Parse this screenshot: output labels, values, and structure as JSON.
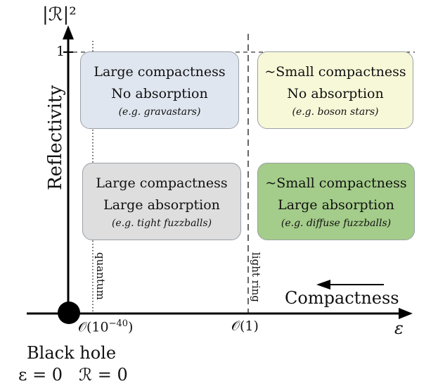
{
  "axes": {
    "y_label": "|ℛ|²",
    "y_name": "Reflectivity",
    "y_tick": "1",
    "x_label": "ε",
    "x_ticks": [
      "𝒪(10",
      "−40",
      ")",
      "𝒪(1)"
    ],
    "compactness": "Compactness"
  },
  "lines": {
    "quantum": "quantum",
    "light_ring": "light ring"
  },
  "origin": {
    "line1": "Black hole",
    "line2": "ε = 0   ℛ = 0"
  },
  "boxes": [
    {
      "title": "Large compactness",
      "sub": "No absorption",
      "example": "(e.g. gravastars)",
      "color": "#dfe6ef"
    },
    {
      "title": "~Small compactness",
      "sub": "No absorption",
      "example": "(e.g. boson stars)",
      "color": "#f7f8d8"
    },
    {
      "title": "Large compactness",
      "sub": "Large absorption",
      "example": "(e.g. tight fuzzballs)",
      "color": "#dedede"
    },
    {
      "title": "~Small compactness",
      "sub": "Large absorption",
      "example": "(e.g. diffuse fuzzballs)",
      "color": "#a4cc8a"
    }
  ]
}
